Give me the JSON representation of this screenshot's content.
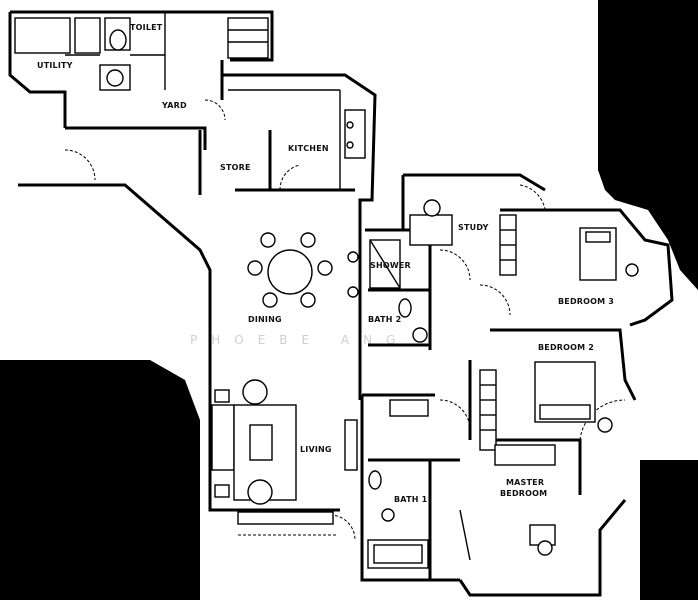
{
  "rooms": {
    "utility": "UTILITY",
    "toilet": "TOILET",
    "yard": "YARD",
    "kitchen": "KITCHEN",
    "store": "STORE",
    "study": "STUDY",
    "shower": "SHOWER",
    "bath2": "BATH 2",
    "bedroom3": "BEDROOM 3",
    "bedroom2": "BEDROOM 2",
    "dining": "DINING",
    "living": "LIVING",
    "bath1": "BATH 1",
    "master_bedroom_line1": "MASTER",
    "master_bedroom_line2": "BEDROOM"
  },
  "watermark": "PHOEBE ANG",
  "colors": {
    "ink": "#000000",
    "paper": "#ffffff",
    "watermark": "#cfcfcf"
  }
}
